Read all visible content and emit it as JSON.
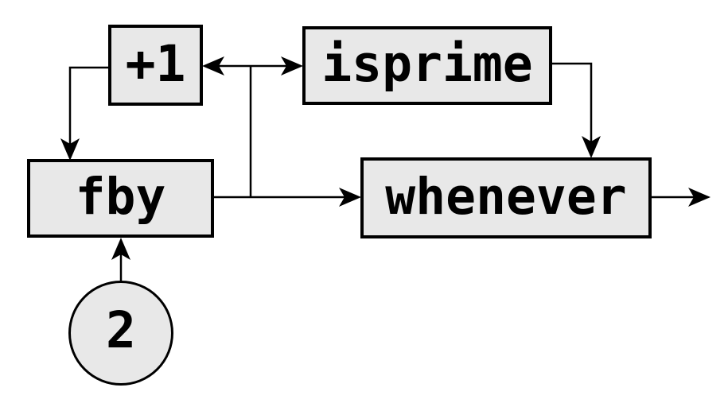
{
  "diagram": {
    "background": "#ffffff",
    "node_fill": "#e8e8e8",
    "node_border": "#000000",
    "edge_color": "#000000",
    "nodes": [
      {
        "id": "plus1",
        "label": "+1",
        "shape": "box"
      },
      {
        "id": "isprime",
        "label": "isprime",
        "shape": "box"
      },
      {
        "id": "fby",
        "label": "fby",
        "shape": "box"
      },
      {
        "id": "whenever",
        "label": "whenever",
        "shape": "box"
      },
      {
        "id": "two",
        "label": "2",
        "shape": "circle"
      }
    ],
    "edges": [
      {
        "from": "plus1",
        "to": "fby"
      },
      {
        "from": "fby",
        "to": "plus1"
      },
      {
        "from": "fby",
        "to": "isprime"
      },
      {
        "from": "fby",
        "to": "whenever"
      },
      {
        "from": "isprime",
        "to": "whenever"
      },
      {
        "from": "two",
        "to": "fby"
      },
      {
        "from": "whenever",
        "to": "output"
      }
    ]
  }
}
